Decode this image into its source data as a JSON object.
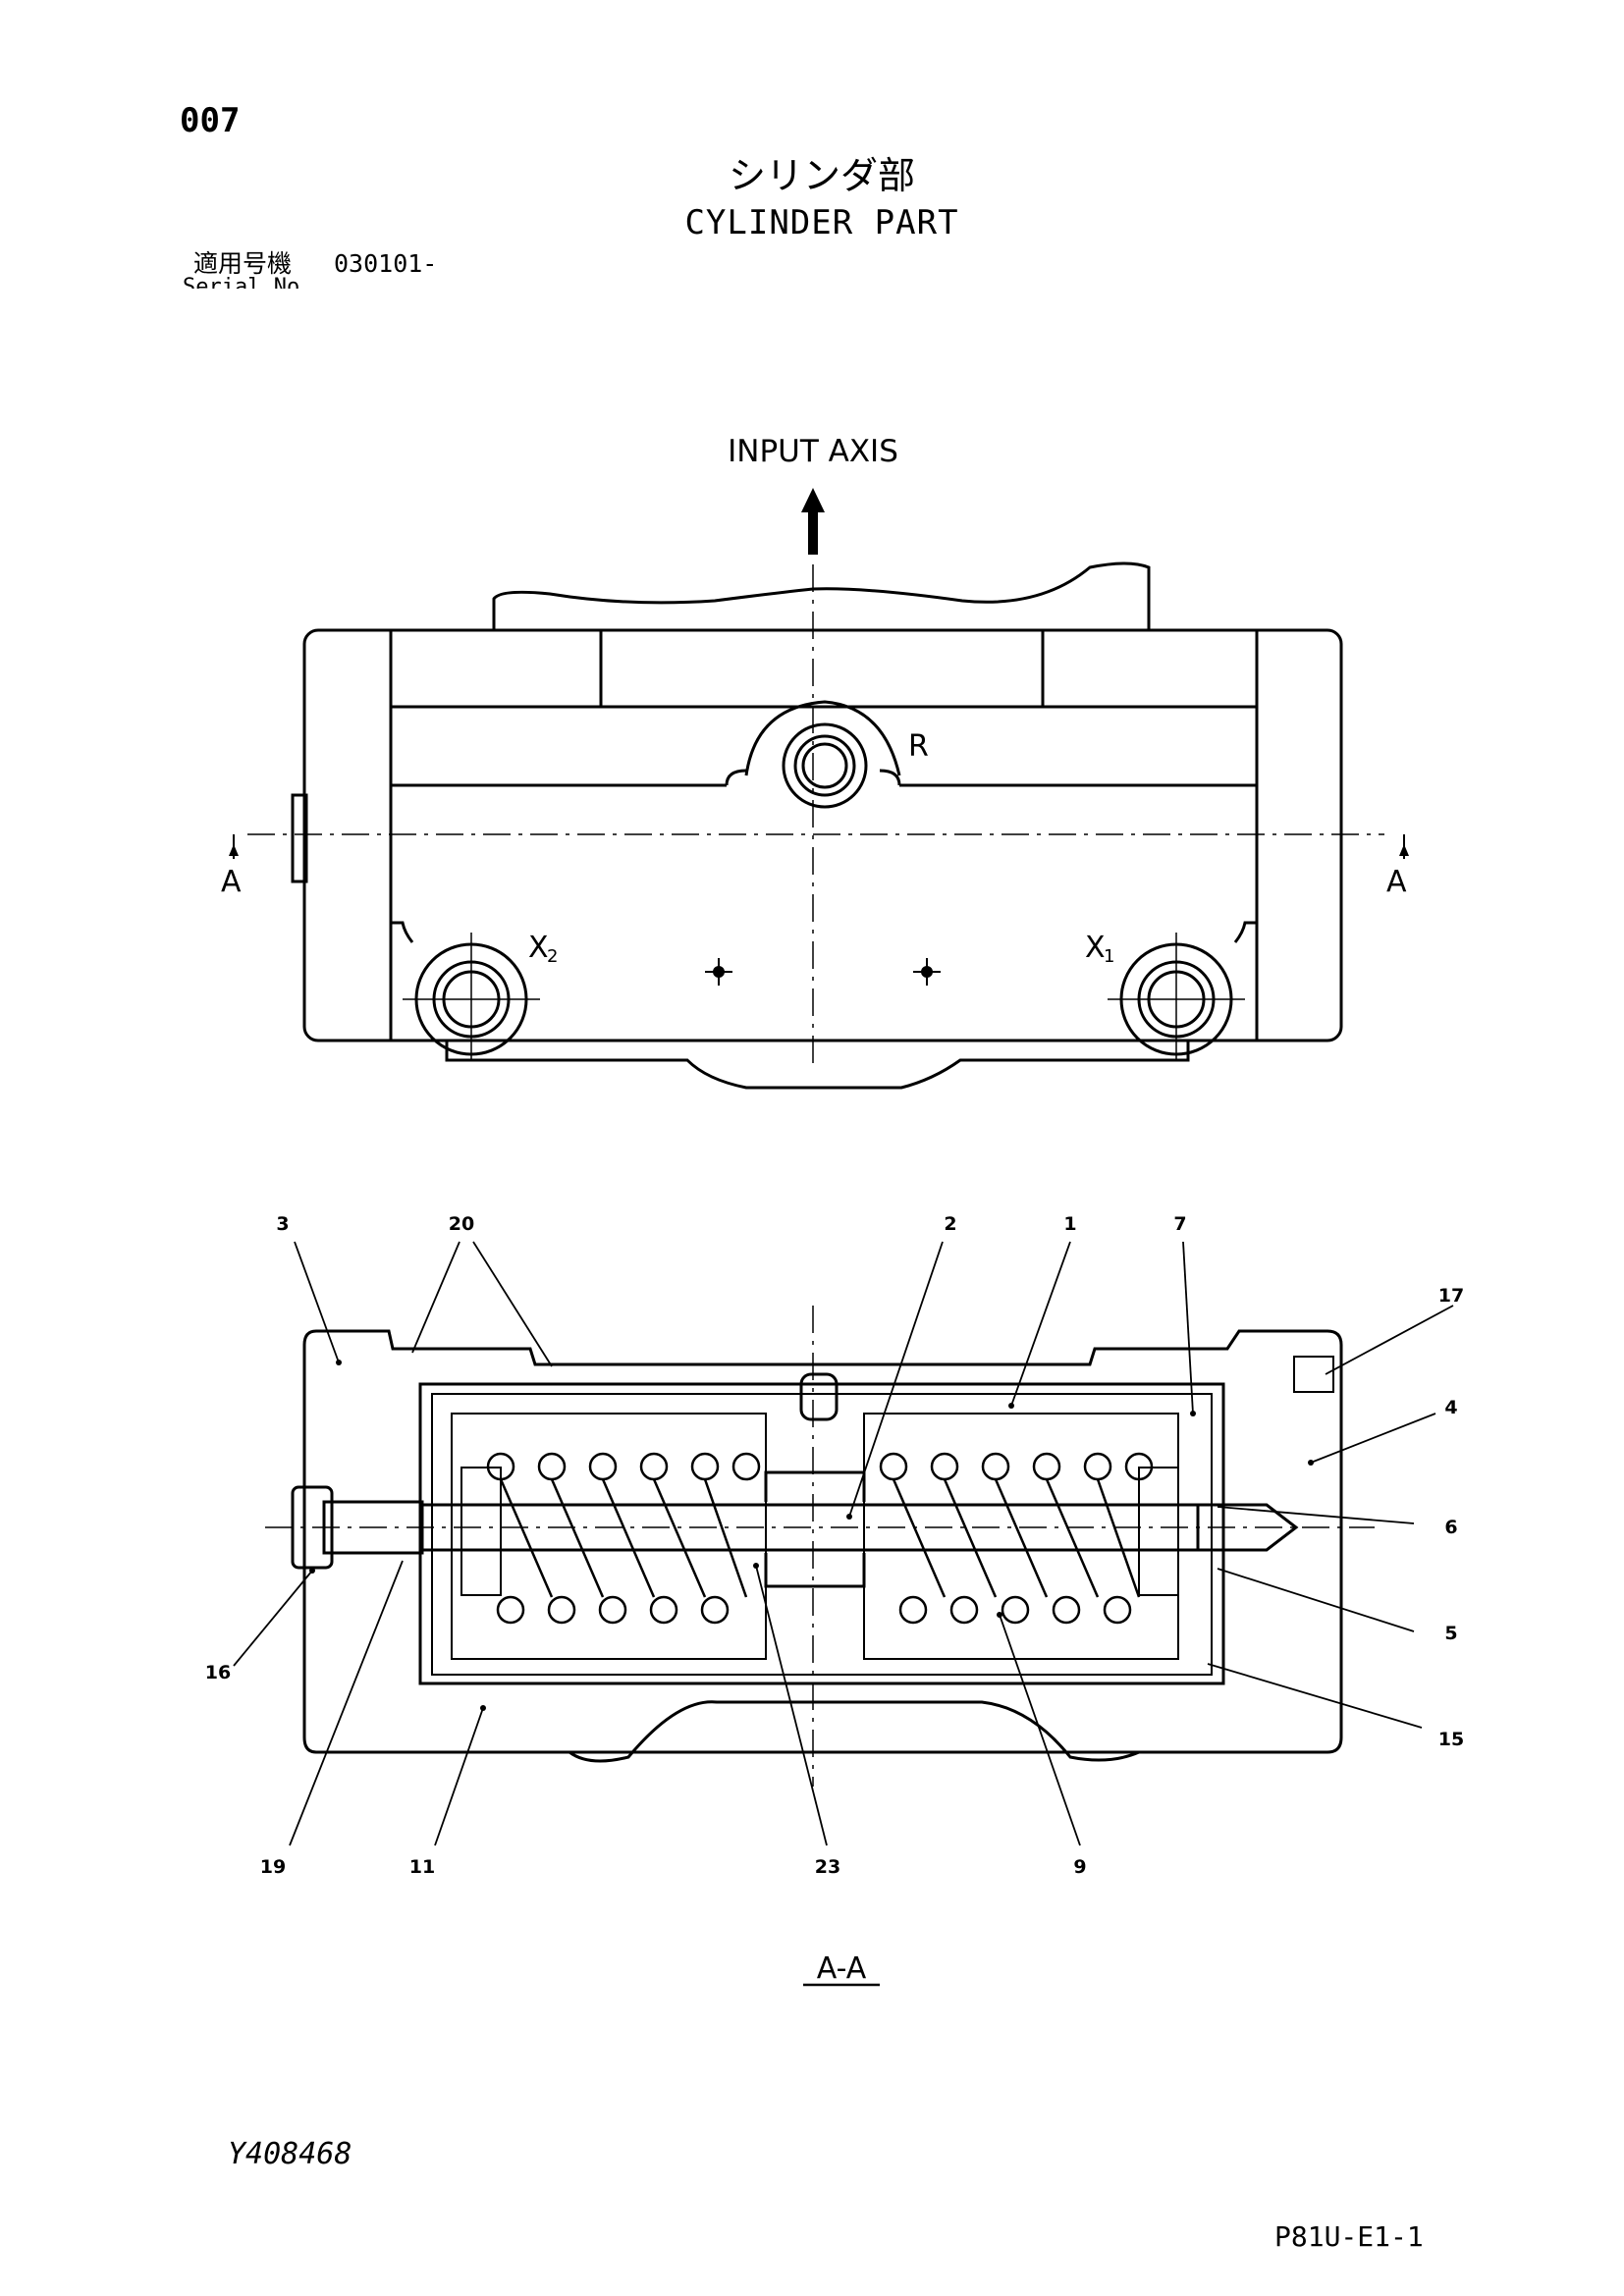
{
  "header": {
    "page_code": "007",
    "title_jp": "シリンダ部",
    "title_en": "CYLINDER PART",
    "serial_label": "適用号機",
    "serial_value": "030101-",
    "serial_label_en": "Serial No."
  },
  "top_view": {
    "input_axis_label": "INPUT AXIS",
    "port_r": "R",
    "port_x1": "X",
    "port_x1_sub": "1",
    "port_x2": "X",
    "port_x2_sub": "2",
    "section_mark_left": "A",
    "section_mark_right": "A"
  },
  "section_view": {
    "caption": "A-A",
    "callouts": [
      "1",
      "2",
      "3",
      "4",
      "5",
      "6",
      "7",
      "9",
      "11",
      "15",
      "16",
      "17",
      "19",
      "20",
      "23"
    ]
  },
  "footer": {
    "drawing_id": "Y408468",
    "page_ref": "P81U-E1-1"
  }
}
